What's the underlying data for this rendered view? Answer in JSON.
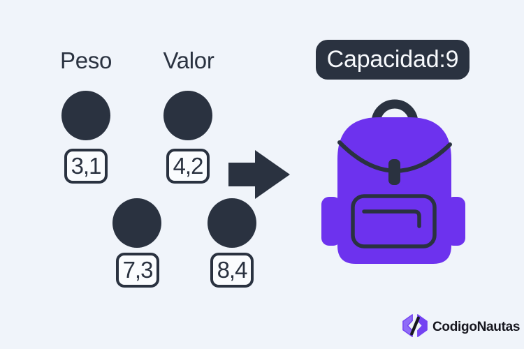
{
  "labels": {
    "weight": "Peso",
    "value": "Valor"
  },
  "items": [
    {
      "label": "3,1",
      "weight": 3,
      "value": 1
    },
    {
      "label": "4,2",
      "weight": 4,
      "value": 2
    },
    {
      "label": "7,3",
      "weight": 7,
      "value": 3
    },
    {
      "label": "8,4",
      "weight": 8,
      "value": 4
    }
  ],
  "capacity_badge": {
    "text": "Capacidad:9",
    "capacity": 9
  },
  "brand": {
    "name": "CodigoNautas"
  },
  "icons": {
    "arrow": "arrow-right-icon",
    "backpack": "backpack-icon",
    "logo": "code-slash-icon"
  },
  "colors": {
    "bg": "#F0F4FA",
    "dark": "#2A3240",
    "purple": "#6D32EE",
    "box_fill": "#FAFCFE",
    "badge_text": "#F7F9FC",
    "logo_text": "#17171F",
    "logo_purple_light": "#8F6CF7",
    "logo_purple": "#7443F2"
  }
}
